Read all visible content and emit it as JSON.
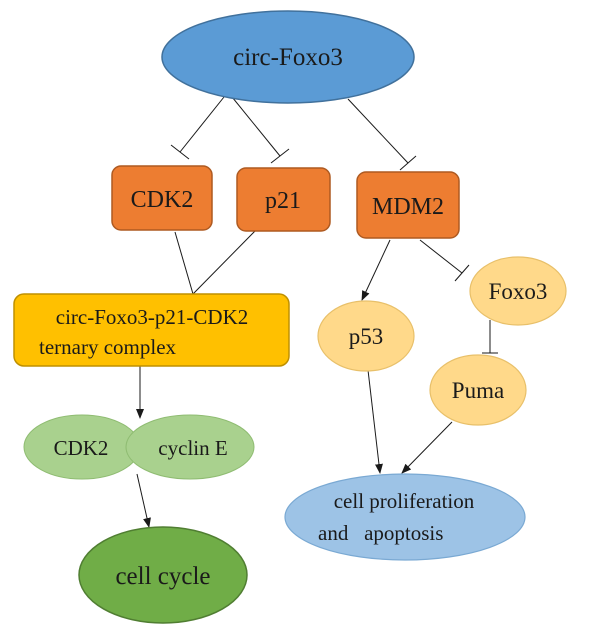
{
  "nodes": {
    "circ_foxo3": "circ-Foxo3",
    "cdk2_top": "CDK2",
    "p21": "p21",
    "mdm2": "MDM2",
    "complex_line1": "circ-Foxo3-p21-CDK2",
    "complex_line2": "ternary complex",
    "p53": "p53",
    "foxo3": "Foxo3",
    "puma": "Puma",
    "cdk2_bottom": "CDK2",
    "cyclin_e": "cyclin E",
    "cell_cycle": "cell cycle",
    "prolif_line1": "cell proliferation",
    "prolif_line2": "and   apoptosis"
  },
  "colors": {
    "blue_node": "#5b9bd5",
    "orange_node": "#ed7d31",
    "gold_box": "#ffc000",
    "yellow_node": "#ffd98a",
    "light_green": "#a9d18e",
    "dark_green": "#70ad47",
    "pale_blue": "#9dc3e6",
    "line": "#1a1a1a"
  }
}
